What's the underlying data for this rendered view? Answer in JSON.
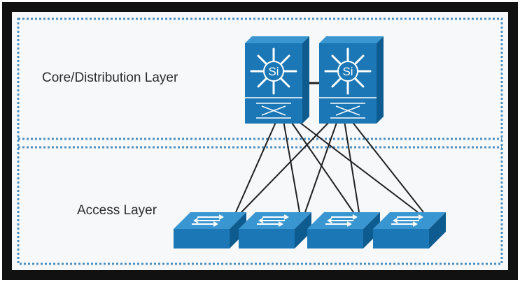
{
  "labels": {
    "core_distribution": "Core/Distribution Layer",
    "access": "Access Layer"
  },
  "core_switches": [
    {
      "label": "Si"
    },
    {
      "label": "Si"
    }
  ],
  "access_switch_count": 4,
  "colors": {
    "background": "#f7f8fa",
    "frame": "#111111",
    "dotted_border": "#4f8fc0",
    "switch_face": "#1b77b5",
    "switch_side": "#0e5c8f",
    "switch_top": "#3a96d0",
    "link": "#222222"
  }
}
